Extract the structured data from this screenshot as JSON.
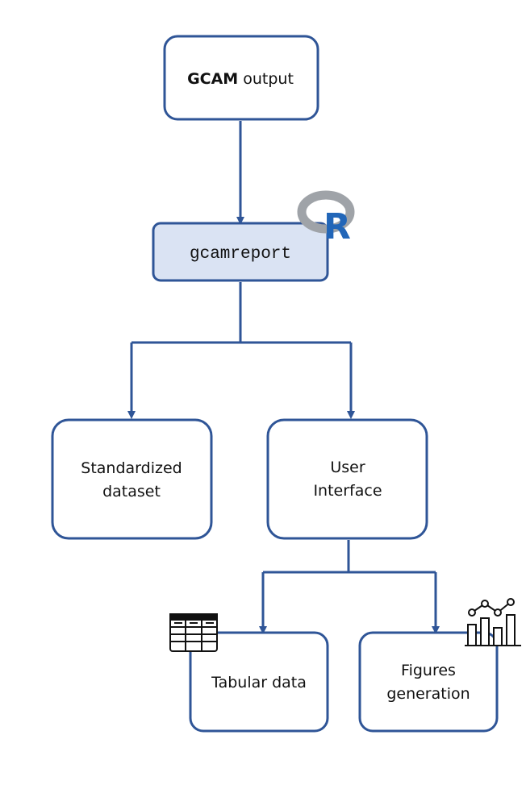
{
  "colors": {
    "border": "#2f5597",
    "arrow": "#2f5597",
    "highlight_fill": "#dae3f3",
    "text": "#111111",
    "icon_stroke": "#111111",
    "r_logo_ring": "#9fa3a8",
    "r_logo_letter": "#2266b8"
  },
  "nodes": {
    "gcam_output": {
      "bold": "GCAM",
      "rest": " output"
    },
    "gcamreport": {
      "label": "gcamreport",
      "logo_letter": "R"
    },
    "standardized_dataset": {
      "line1": "Standardized",
      "line2": "dataset"
    },
    "user_interface": {
      "line1": "User",
      "line2": "Interface"
    },
    "tabular_data": {
      "label": "Tabular data"
    },
    "figures_generation": {
      "line1": "Figures",
      "line2": "generation"
    }
  },
  "icons": [
    "r-logo-icon",
    "table-icon",
    "chart-icon"
  ]
}
